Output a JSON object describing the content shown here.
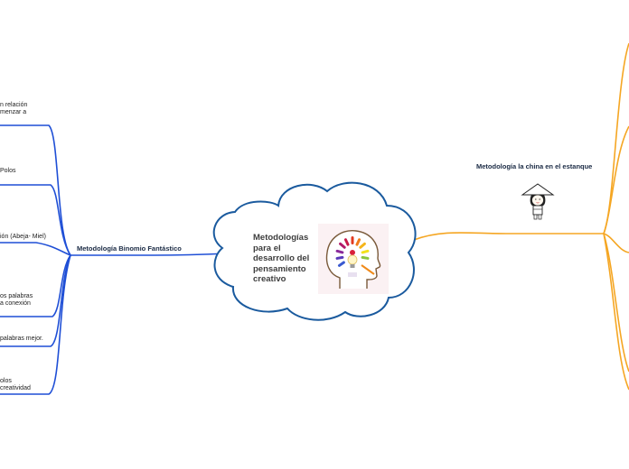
{
  "central_topic": {
    "title": "Metodologías para el desarrollo del pensamiento creativo",
    "image": "head-with-color-wheel-brain-icon"
  },
  "left_branch": {
    "title": "Metodología Binomio Fantástico",
    "color": "#1f4fd6",
    "items": [
      {
        "line1": "n relación",
        "line2": "menzar a"
      },
      {
        "line1": "Polos",
        "line2": ""
      },
      {
        "line1": "ión (Abeja- Miel)",
        "line2": ""
      },
      {
        "line1": "os palabras",
        "line2": "a conexión"
      },
      {
        "line1": "palabras mejor.",
        "line2": ""
      },
      {
        "line1": "olos",
        "line2": "creatividad"
      }
    ]
  },
  "right_branch": {
    "title": "Metodología la china en el estanque",
    "color": "#f5a623",
    "image": "chinese-girl-with-conical-hat-icon"
  },
  "colors": {
    "cloud_stroke": "#1a5a9e",
    "left_branch": "#1f4fd6",
    "right_branch": "#f5a623"
  }
}
